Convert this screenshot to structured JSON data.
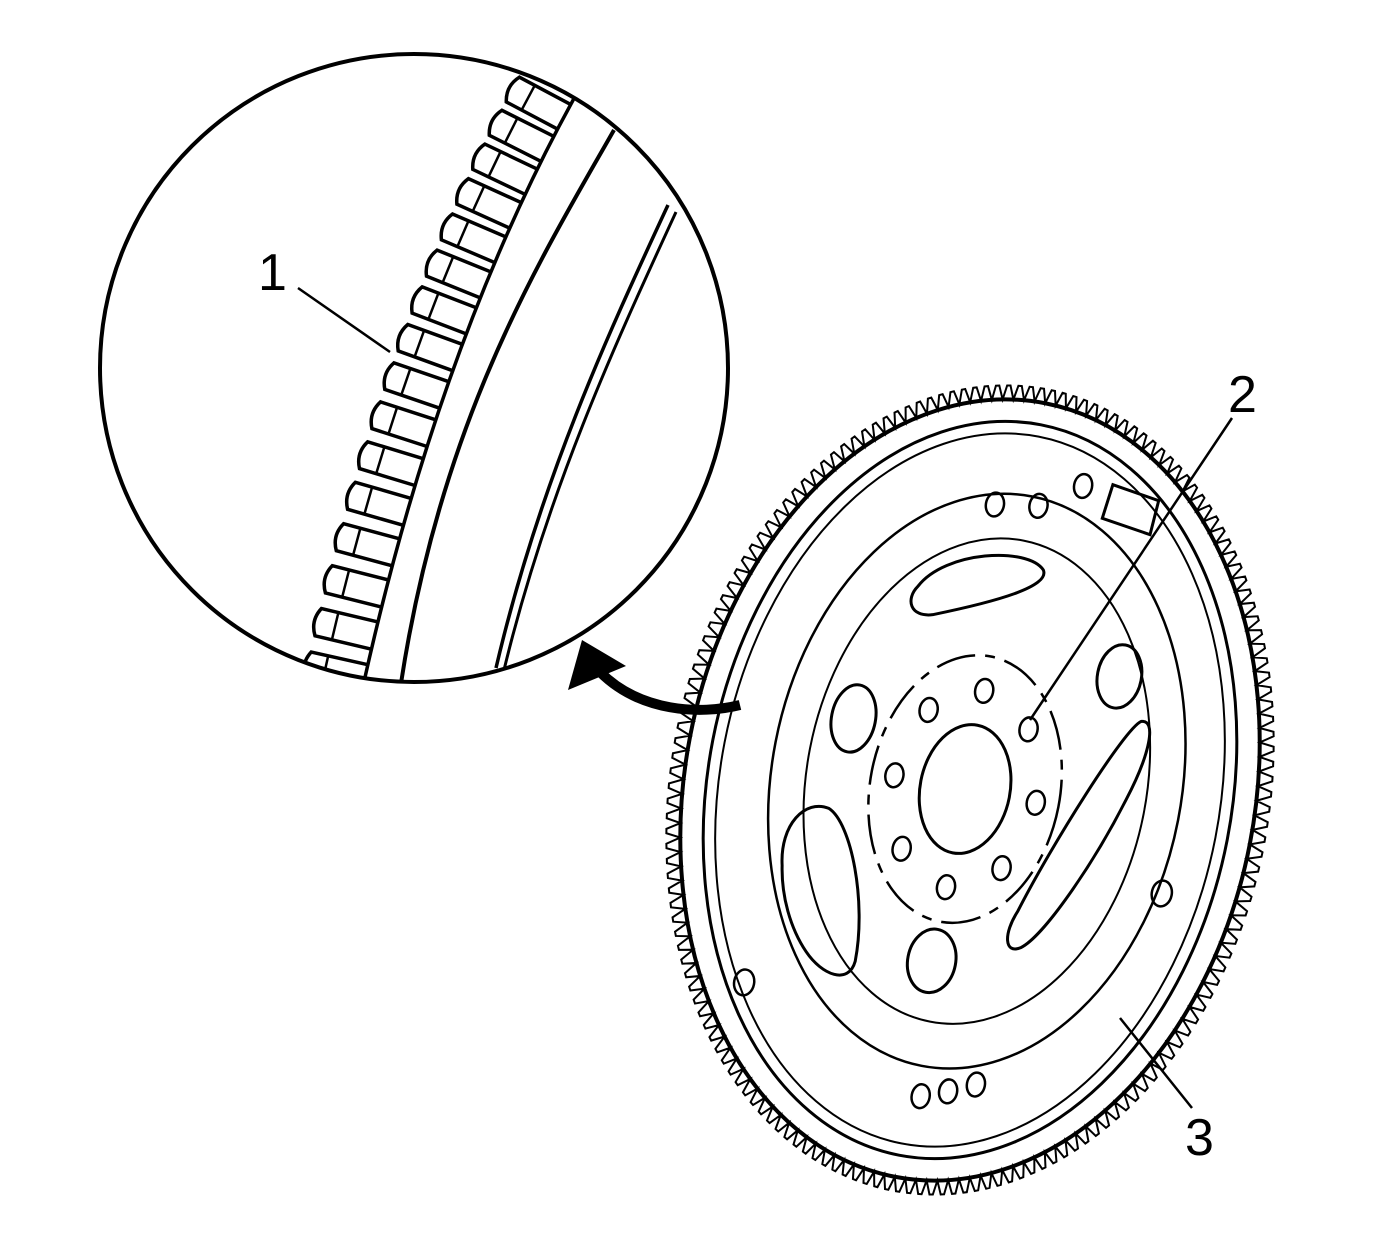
{
  "callouts": [
    {
      "id": "1",
      "label": "1"
    },
    {
      "id": "2",
      "label": "2"
    },
    {
      "id": "3",
      "label": "3"
    }
  ],
  "icons": [
    "detail-magnifier-icon",
    "curved-arrow-icon",
    "flexplate-icon"
  ],
  "colors": {
    "line": "#000000",
    "background": "#ffffff"
  }
}
